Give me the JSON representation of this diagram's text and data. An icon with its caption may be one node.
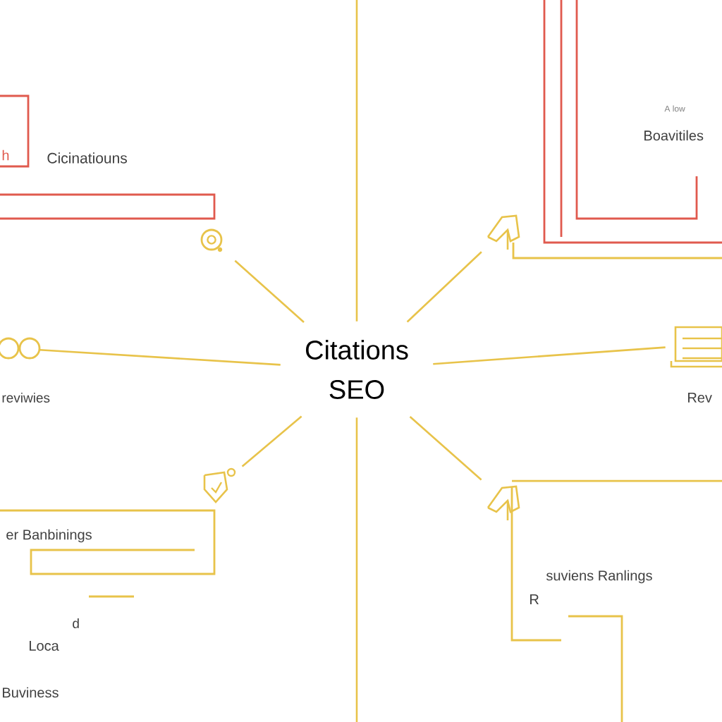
{
  "diagram": {
    "nodes": [
      {
        "text": [
          "Citations",
          "SEO"
        ]
      },
      {
        "text": [],
        "shape": "pin"
      },
      {
        "text": [],
        "shape": "hand"
      },
      {
        "text": [],
        "shape": "circle"
      },
      {
        "text": [],
        "shape": "document"
      },
      {
        "text": [],
        "shape": "shield"
      },
      {
        "text": [],
        "shape": "hand"
      }
    ],
    "edges": [
      {
        "from": 0,
        "to": 1,
        "arrow": "none"
      },
      {
        "from": 0,
        "to": 2,
        "arrow": "none"
      },
      {
        "from": 0,
        "to": 3,
        "arrow": "none"
      },
      {
        "from": 0,
        "to": 4,
        "arrow": "none"
      },
      {
        "from": 0,
        "to": 5,
        "arrow": "none"
      },
      {
        "from": 0,
        "to": 6,
        "arrow": "none"
      },
      {
        "from": 0,
        "to": null,
        "arrow": "none"
      },
      {
        "from": 0,
        "to": null,
        "arrow": "none"
      }
    ],
    "labels": [
      "A low",
      "Boavitiles",
      "h",
      "Cicinatiouns",
      "reviwies",
      "Rev",
      "er Banbinings",
      "suviens Ranlings",
      "R",
      "d",
      "Loca",
      "Buviness"
    ]
  }
}
